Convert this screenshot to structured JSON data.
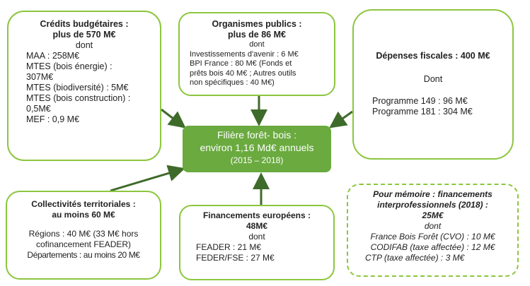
{
  "center": {
    "line1": "Filière forêt- bois :",
    "line2": "environ 1,16 Md€ annuels",
    "line3": "(2015 – 2018)"
  },
  "credits": {
    "title1": "Crédits budgétaires :",
    "title2": "plus de 570 M€",
    "dont": "dont",
    "items": [
      "MAA : 258M€",
      "MTES (bois énergie) :",
      "307M€",
      "MTES (biodiversité) : 5M€",
      "MTES (bois construction) :",
      "0,5M€",
      "MEF : 0,9 M€"
    ]
  },
  "organismes": {
    "title1": "Organismes publics :",
    "title2": "plus de 86 M€",
    "dont": "dont",
    "items": [
      "Investissements d'avenir : 6 M€",
      "BPI France :  80 M€ (Fonds et",
      "prêts bois 40 M€ ; Autres outils",
      "non spécifiques : 40 M€)"
    ]
  },
  "fiscales": {
    "title": "Dépenses fiscales : 400 M€",
    "dont": "Dont",
    "items": [
      "Programme 149 : 96 M€",
      "Programme 181 : 304 M€"
    ]
  },
  "collectivites": {
    "title1": "Collectivités territoriales :",
    "title2": "au moins 60 M€",
    "items": [
      "Régions : 40 M€ (33 M€ hors",
      "cofinancement FEADER)",
      "Départements : au moins 20 M€"
    ]
  },
  "europeens": {
    "title1": "Financements européens :",
    "title2": "48M€",
    "dont": "dont",
    "items": [
      "FEADER : 21 M€",
      "FEDER/FSE : 27 M€"
    ]
  },
  "memoire": {
    "title1": "Pour mémoire : financements",
    "title2": "interprofessionnels (2018) :",
    "title3": "25M€",
    "dont": "dont",
    "items": [
      "France Bois Forêt (CVO) : 10 M€",
      "CODIFAB (taxe affectée) : 12 M€",
      "CTP (taxe affectée) : 3 M€"
    ]
  }
}
